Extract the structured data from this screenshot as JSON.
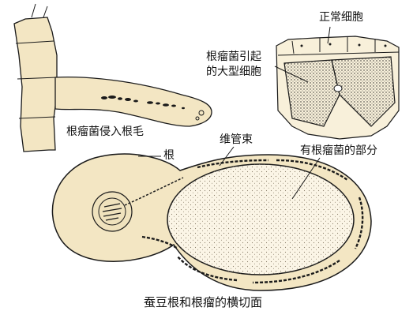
{
  "labels": {
    "root_hair_infection": "根瘤菌侵入根毛",
    "normal_cell": "正常细胞",
    "large_cell_line1": "根瘤菌引起",
    "large_cell_line2": "的大型细胞",
    "vascular_bundle": "维管束",
    "root": "根",
    "bacteria_region": "有根瘤菌的部分",
    "caption": "蚕豆根和根瘤的横切面"
  },
  "colors": {
    "tissue_fill": "#f3e6c3",
    "nodule_inner": "#fbf5e6",
    "outline": "#1a1a1a"
  }
}
